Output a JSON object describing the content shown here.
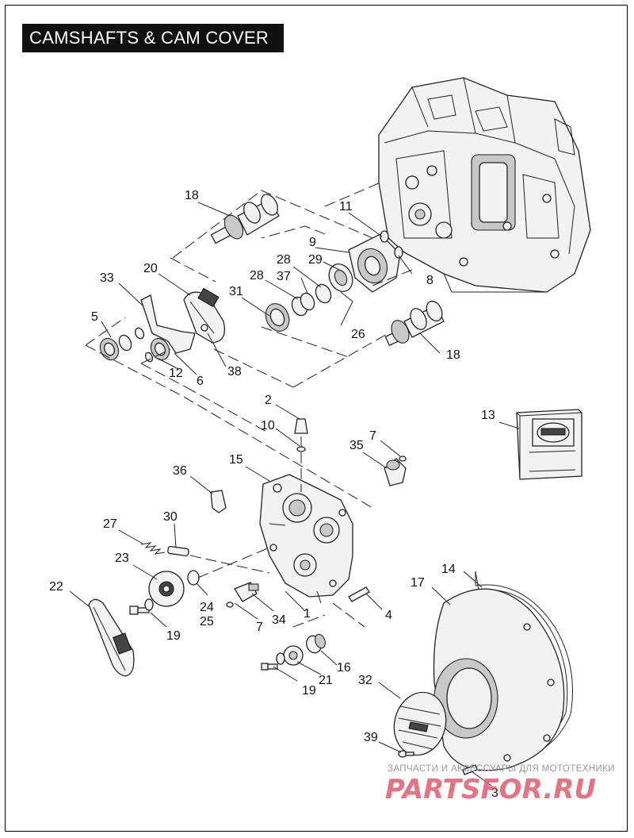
{
  "title": "CAMSHAFTS & CAM COVER",
  "callouts": {
    "c1": "1",
    "c2": "2",
    "c3": "3",
    "c4": "4",
    "c5": "5",
    "c6": "6",
    "c7a": "7",
    "c7b": "7",
    "c8": "8",
    "c9": "9",
    "c10": "10",
    "c11": "11",
    "c12": "12",
    "c13": "13",
    "c14": "14",
    "c15": "15",
    "c16": "16",
    "c17": "17",
    "c18a": "18",
    "c18b": "18",
    "c19a": "19",
    "c19b": "19",
    "c20": "20",
    "c21": "21",
    "c22": "22",
    "c23": "23",
    "c24": "24",
    "c25": "25",
    "c26": "26",
    "c27": "27",
    "c28a": "28",
    "c28b": "28",
    "c29": "29",
    "c30": "30",
    "c31": "31",
    "c32": "32",
    "c33": "33",
    "c34": "34",
    "c35": "35",
    "c36": "36",
    "c37": "37",
    "c38": "38",
    "c39": "39"
  },
  "watermark": {
    "tagline": "ЗАПЧАСТИ И АКСЕССУАРЫ ДЛЯ МОТОТЕХНИКИ",
    "brand": "PARTSFOR.RU"
  },
  "colors": {
    "title_bg": "#111111",
    "watermark": "#e35b6b"
  }
}
